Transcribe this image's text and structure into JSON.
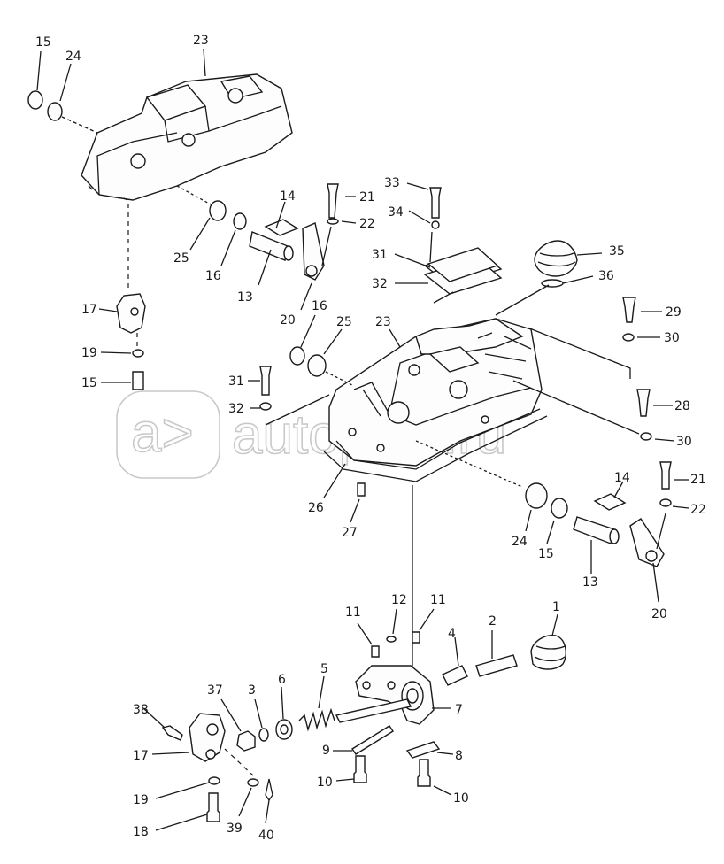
{
  "watermark": "autopiter.ru",
  "watermark_logo": "a>",
  "colors": {
    "line": "#1a1a1a",
    "background": "#ffffff",
    "watermark": "#c9c9c9"
  },
  "callouts": {
    "c15a": "15",
    "c24a": "24",
    "c23a": "23",
    "c14a": "14",
    "c21a": "21",
    "c22a": "22",
    "c25a": "25",
    "c16a": "16",
    "c13a": "13",
    "c20a": "20",
    "c33": "33",
    "c34": "34",
    "c31a": "31",
    "c32a": "32",
    "c35": "35",
    "c36": "36",
    "c29": "29",
    "c30a": "30",
    "c17a": "17",
    "c19a": "19",
    "c15b": "15",
    "c16b": "16",
    "c25b": "25",
    "c23b": "23",
    "c31b": "31",
    "c32b": "32",
    "c28": "28",
    "c30b": "30",
    "c26": "26",
    "c27": "27",
    "c24b": "24",
    "c15c": "15",
    "c14b": "14",
    "c21b": "21",
    "c22b": "22",
    "c13b": "13",
    "c20b": "20",
    "c1": "1",
    "c2": "2",
    "c4": "4",
    "c11a": "11",
    "c12": "12",
    "c11b": "11",
    "c37": "37",
    "c3": "3",
    "c6": "6",
    "c5": "5",
    "c7": "7",
    "c38": "38",
    "c17b": "17",
    "c9": "9",
    "c8": "8",
    "c10a": "10",
    "c10b": "10",
    "c19b": "19",
    "c18": "18",
    "c39": "39",
    "c40": "40"
  }
}
